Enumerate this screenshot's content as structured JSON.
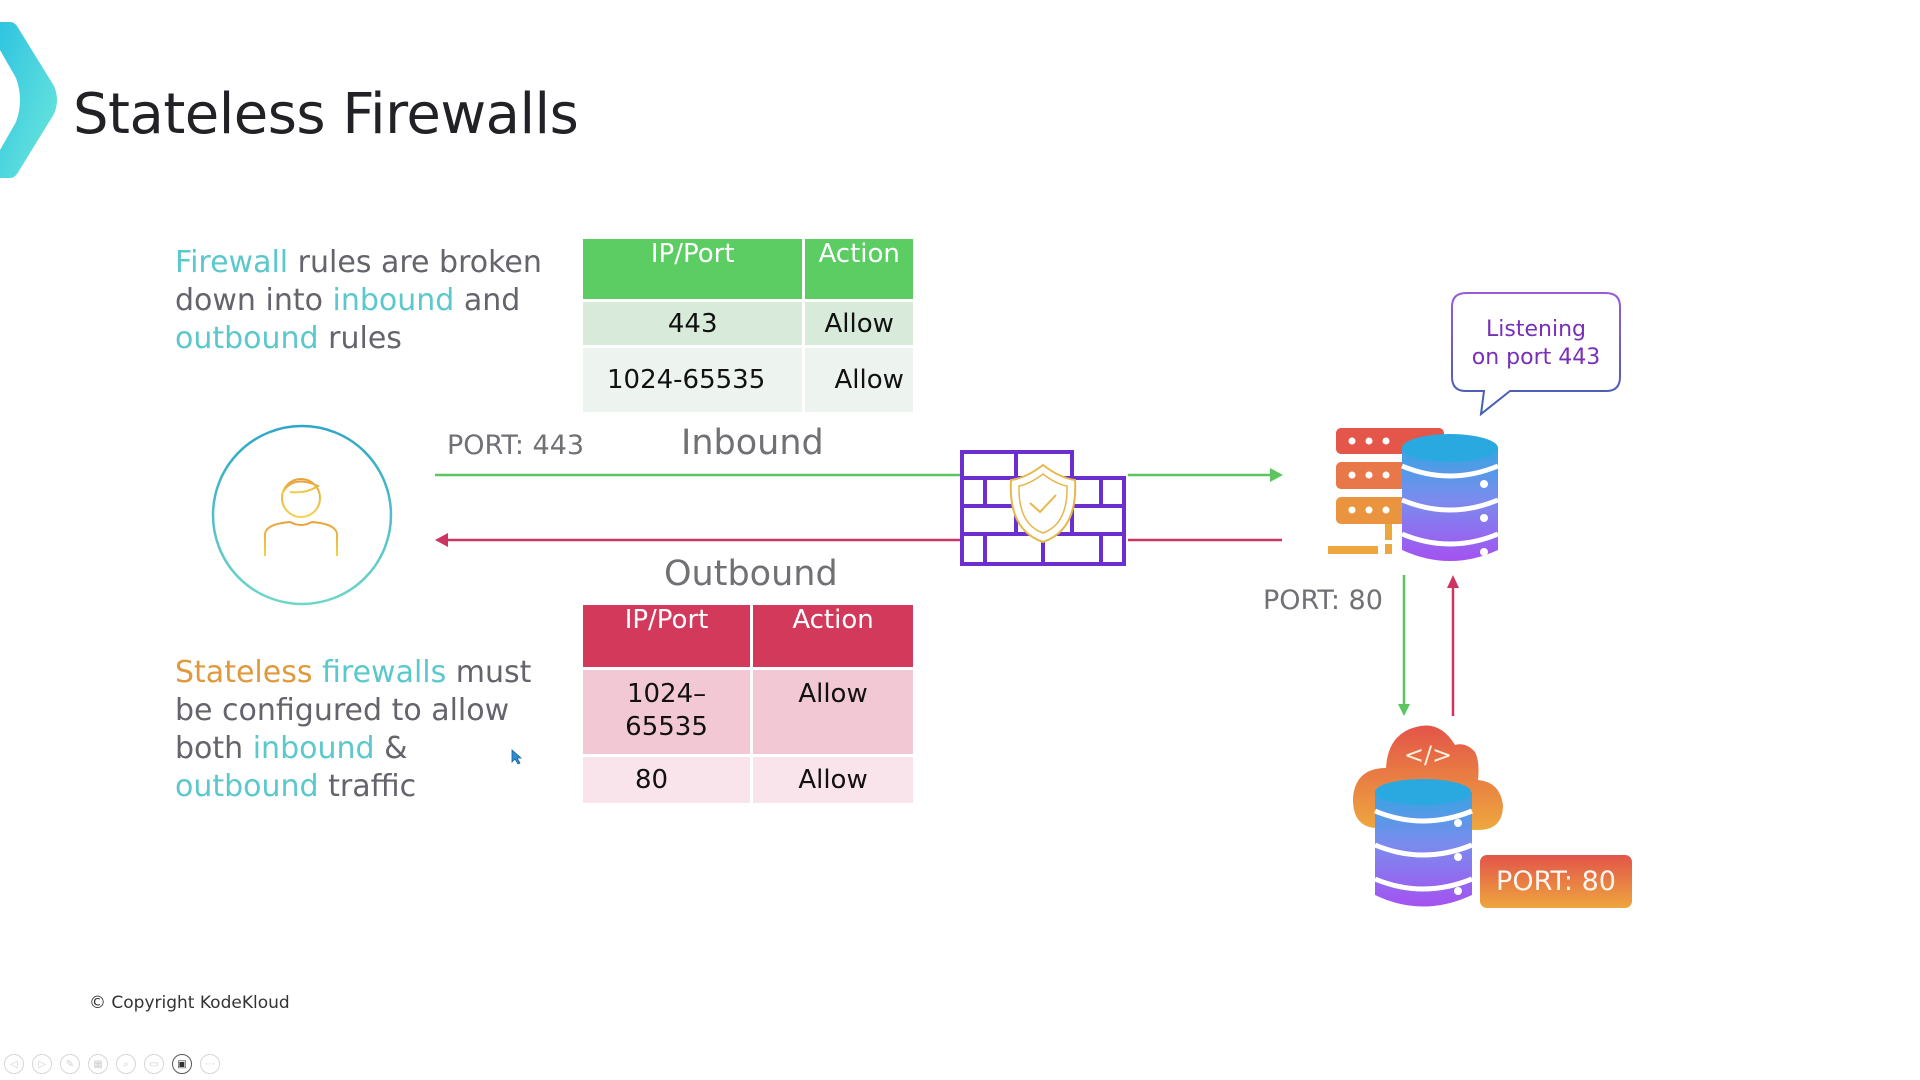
{
  "slide": {
    "title": "Stateless Firewalls",
    "intro": {
      "w1": "Firewall",
      "w2": " rules are broken",
      "w3": "down into ",
      "w4": "inbound",
      "w5": " and",
      "w6": "outbound",
      "w7": " rules"
    },
    "note": {
      "w1": "Stateless",
      "w2": " ",
      "w3": "firewalls",
      "w4": " must",
      "w5": "be configured to allow",
      "w6": "both ",
      "w7": "inbound",
      "w8": " &",
      "w9": "outbound",
      "w10": " traffic"
    },
    "inbound_table": {
      "headers": [
        "IP/Port",
        "Action"
      ],
      "rows": [
        [
          "443",
          "Allow"
        ],
        [
          "1024-65535",
          "Allow"
        ]
      ]
    },
    "outbound_table": {
      "headers": [
        "IP/Port",
        "Action"
      ],
      "rows": [
        [
          "1024–\n65535",
          "Allow"
        ],
        [
          "80",
          "Allow"
        ]
      ],
      "row1_line1": "1024–",
      "row1_line2": "65535"
    },
    "diagram": {
      "client_port_label": "PORT: 443",
      "inbound_label": "Inbound",
      "outbound_label": "Outbound",
      "server_port_label": "PORT: 80",
      "callout_line1": "Listening",
      "callout_line2": "on port 443",
      "backend_port_badge": "PORT: 80",
      "code_glyph": "</>",
      "icons": {
        "client": "user-icon",
        "firewall": "firewall-shield-icon",
        "server": "server-database-icon",
        "backend": "cloud-database-icon"
      }
    },
    "colors": {
      "accent_teal": "#5bc8cc",
      "accent_orange": "#e09a3e",
      "inbound_green": "#5ccd63",
      "outbound_red": "#d2395b",
      "firewall_purple": "#6b2fd0",
      "callout_text": "#7a2fb8"
    },
    "copyright": "© Copyright KodeKloud"
  },
  "toolbar": {
    "buttons": [
      {
        "name": "previous-slide",
        "glyph": "◁"
      },
      {
        "name": "next-slide",
        "glyph": "▷"
      },
      {
        "name": "pen",
        "glyph": "✎"
      },
      {
        "name": "slides-overview",
        "glyph": "▦"
      },
      {
        "name": "zoom",
        "glyph": "⌕"
      },
      {
        "name": "subtitles",
        "glyph": "▭"
      },
      {
        "name": "camera",
        "glyph": "▣"
      },
      {
        "name": "more-options",
        "glyph": "⋯"
      }
    ]
  }
}
